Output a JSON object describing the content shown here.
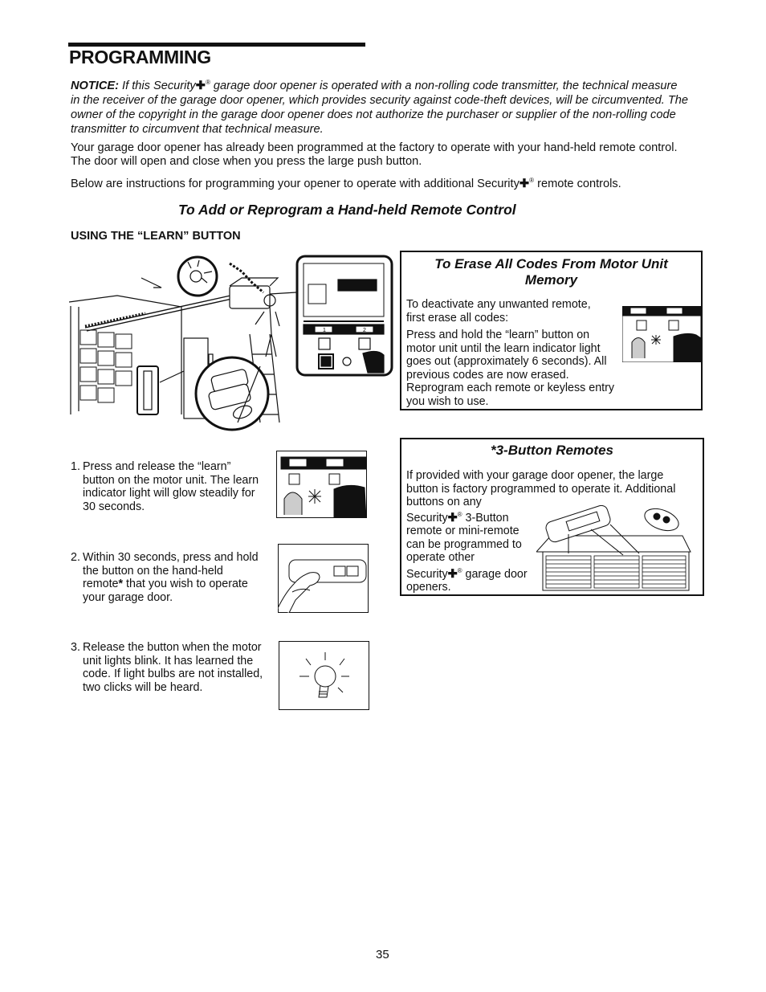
{
  "page": {
    "title": "PROGRAMMING",
    "notice_label": "NOTICE:",
    "notice_pre": " If this Security",
    "notice_text": "garage door opener is operated with a non-rolling code transmitter, the technical measure in the receiver of the garage door opener, which provides security against code-theft devices, will be circumvented. The owner of the copyright in the garage door opener does not authorize the purchaser or supplier of the non-rolling code transmitter to circumvent that technical measure.",
    "intro_1": "Your garage door opener has already been programmed at the factory to operate with your hand-held remote control. The door will open and close when you press the large push button.",
    "intro_2_pre": "Below are instructions for programming your opener to operate with additional Security",
    "intro_2_post": " remote controls.",
    "plus_symbol": "✚",
    "registered": "®",
    "section_heading": "To Add or Reprogram a Hand-held Remote Control",
    "subheading": "USING THE “LEARN” BUTTON",
    "page_number": "35"
  },
  "erase_box": {
    "title": "To Erase All Codes From Motor Unit Memory",
    "para_1": "To deactivate any unwanted remote, first erase all codes:",
    "para_2": "Press and hold the “learn” button on motor unit until the learn indicator light goes out (approximately 6 seconds). All previous codes are now erased. Reprogram each remote or keyless entry you wish to use."
  },
  "three_button_box": {
    "title": "*3-Button Remotes",
    "text_1": "If provided with your garage door opener, the large button is factory programmed to operate it. Additional buttons on any",
    "text_2_pre": "Security",
    "text_2_post": " 3-Button remote or mini-remote can be programmed to operate other",
    "text_3_pre": "Security",
    "text_3_post": " garage door openers."
  },
  "steps": [
    {
      "num": "1.",
      "text": "Press and release the “learn” button on the motor unit. The learn indicator light will glow steadily for 30 seconds."
    },
    {
      "num": "2.",
      "text_pre": "Within 30 seconds, press and hold the button on the hand-held remote",
      "star": "*",
      "text_post": " that you wish to operate your garage door."
    },
    {
      "num": "3.",
      "text": "Release the button when the motor unit lights blink. It has learned the code. If light bulbs are not installed, two clicks will be heard."
    }
  ],
  "panel_labels": {
    "one": "1",
    "two": "2"
  },
  "icons": [
    "light-bulb-icon",
    "learn-button-icon",
    "remote-control-icon",
    "mini-remote-icon",
    "wall-control-icon"
  ]
}
